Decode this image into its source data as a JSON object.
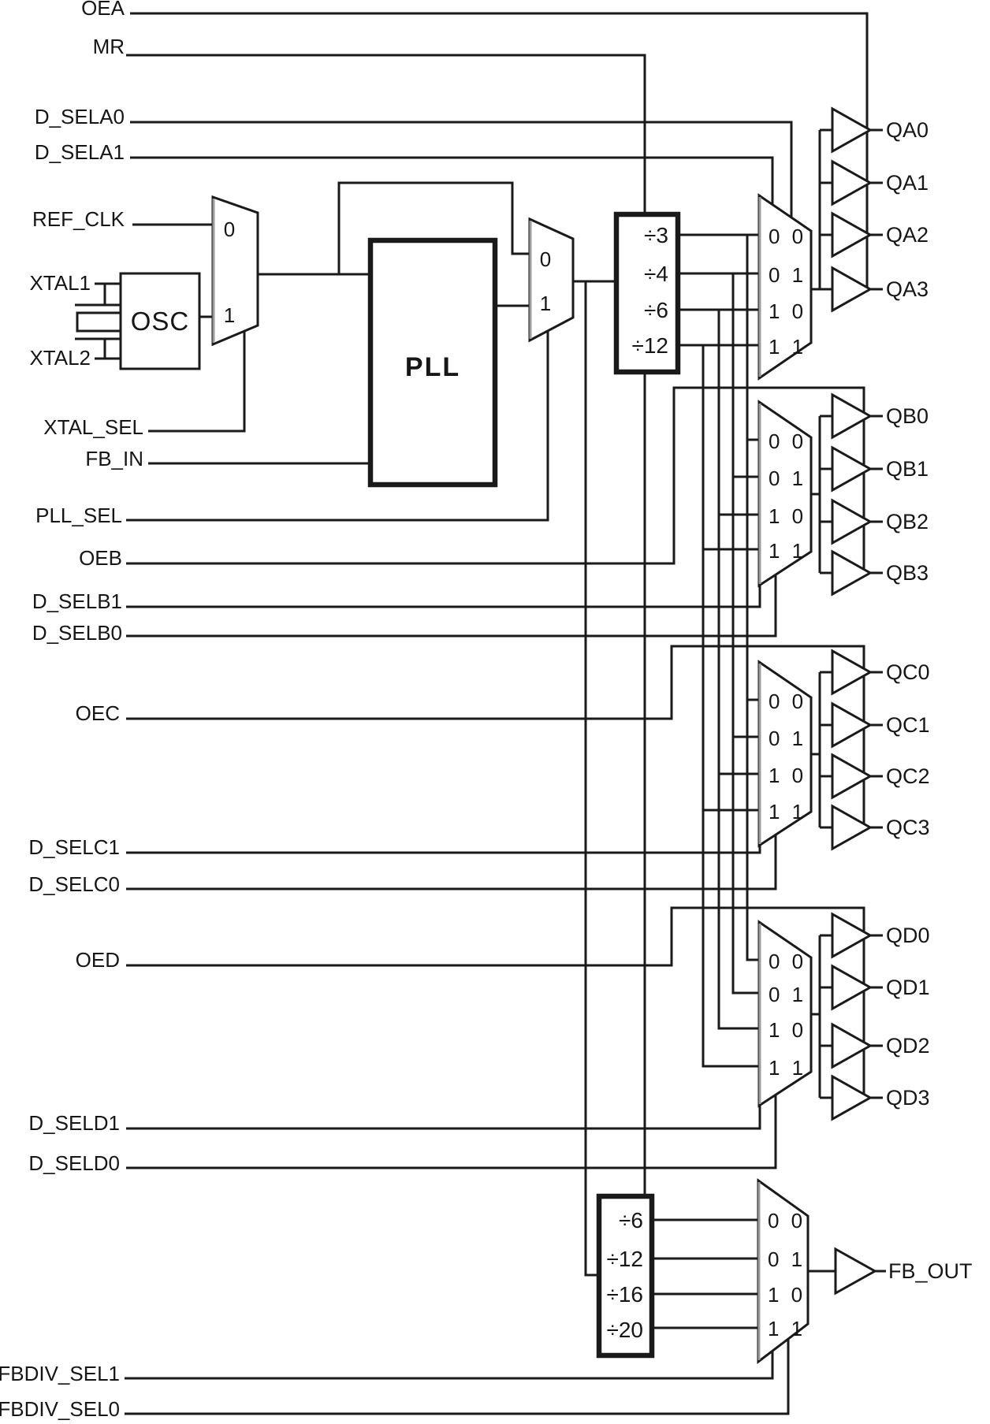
{
  "diagram": {
    "inputs": [
      {
        "label": "OEA"
      },
      {
        "label": "MR"
      },
      {
        "label": "D_SELA0"
      },
      {
        "label": "D_SELA1"
      },
      {
        "label": "REF_CLK"
      },
      {
        "label": "XTAL1"
      },
      {
        "label": "XTAL2"
      },
      {
        "label": "XTAL_SEL"
      },
      {
        "label": "FB_IN"
      },
      {
        "label": "PLL_SEL"
      },
      {
        "label": "OEB"
      },
      {
        "label": "D_SELB1"
      },
      {
        "label": "D_SELB0"
      },
      {
        "label": "OEC"
      },
      {
        "label": "D_SELC1"
      },
      {
        "label": "D_SELC0"
      },
      {
        "label": "OED"
      },
      {
        "label": "D_SELD1"
      },
      {
        "label": "D_SELD0"
      },
      {
        "label": "FBDIV_SEL1"
      },
      {
        "label": "FBDIV_SEL0"
      }
    ],
    "blocks": {
      "osc": "OSC",
      "pll": "PLL"
    },
    "two_to_one_mux_labels": [
      "0",
      "1"
    ],
    "bank_mux_select_labels": [
      "0 0",
      "0 1",
      "1 0",
      "1 1"
    ],
    "divider": {
      "taps": [
        "÷3",
        "÷4",
        "÷6",
        "÷12"
      ]
    },
    "fb_divider": {
      "taps": [
        "÷6",
        "÷12",
        "÷16",
        "÷20"
      ]
    },
    "outputs": {
      "bank_a": [
        "QA0",
        "QA1",
        "QA2",
        "QA3"
      ],
      "bank_b": [
        "QB0",
        "QB1",
        "QB2",
        "QB3"
      ],
      "bank_c": [
        "QC0",
        "QC1",
        "QC2",
        "QC3"
      ],
      "bank_d": [
        "QD0",
        "QD1",
        "QD2",
        "QD3"
      ],
      "feedback": "FB_OUT"
    },
    "colors": {
      "line": "#1a1a1a",
      "background": "#ffffff",
      "mux_shade": "#9c9c9c"
    }
  }
}
